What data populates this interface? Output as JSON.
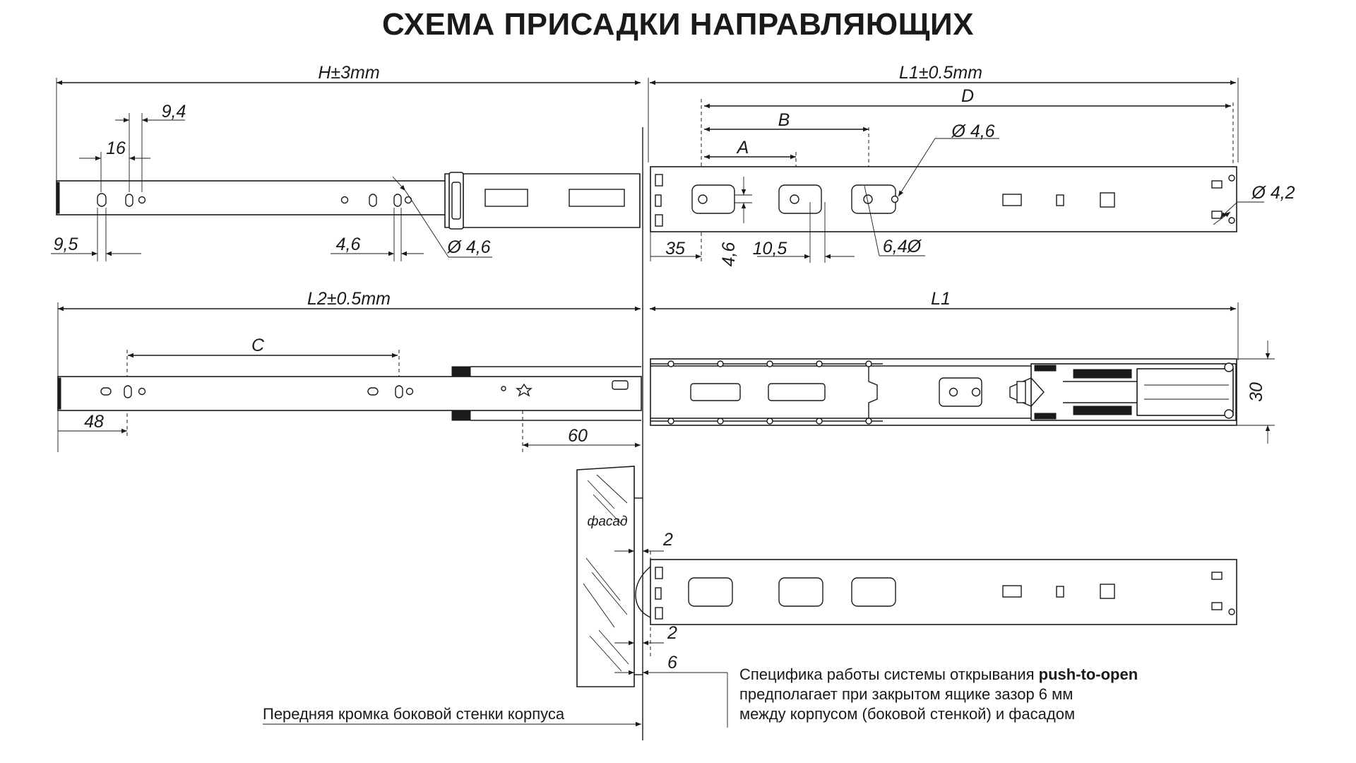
{
  "title": "СХЕМА ПРИСАДКИ НАПРАВЛЯЮЩИХ",
  "dimensions": {
    "h_total": "H±3mm",
    "l1_tol": "L1±0.5mm",
    "l2_tol": "L2±0.5mm",
    "l1": "L1",
    "a": "A",
    "b": "B",
    "c": "C",
    "d": "D",
    "d94": "9,4",
    "d16": "16",
    "d95": "9,5",
    "d46_h": "4,6",
    "phi46_left": "Ø 4,6",
    "phi46_right": "Ø 4,6",
    "phi42": "Ø 4,2",
    "d35": "35",
    "d46_v": "4,6",
    "d105": "10,5",
    "d64phi": "6,4Ø",
    "d48": "48",
    "d60": "60",
    "d30": "30",
    "gap_top": "2",
    "gap_bottom": "2",
    "gap_6": "6"
  },
  "labels": {
    "facade": "фасад",
    "front_edge": "Передняя кромка боковой стенки корпуса"
  },
  "note": {
    "line1_prefix": "Специфика работы системы открывания ",
    "line1_bold": "push-to-open",
    "line2": "предполагает при закрытом ящике зазор 6 мм",
    "line3": "между корпусом (боковой стенкой) и фасадом"
  }
}
